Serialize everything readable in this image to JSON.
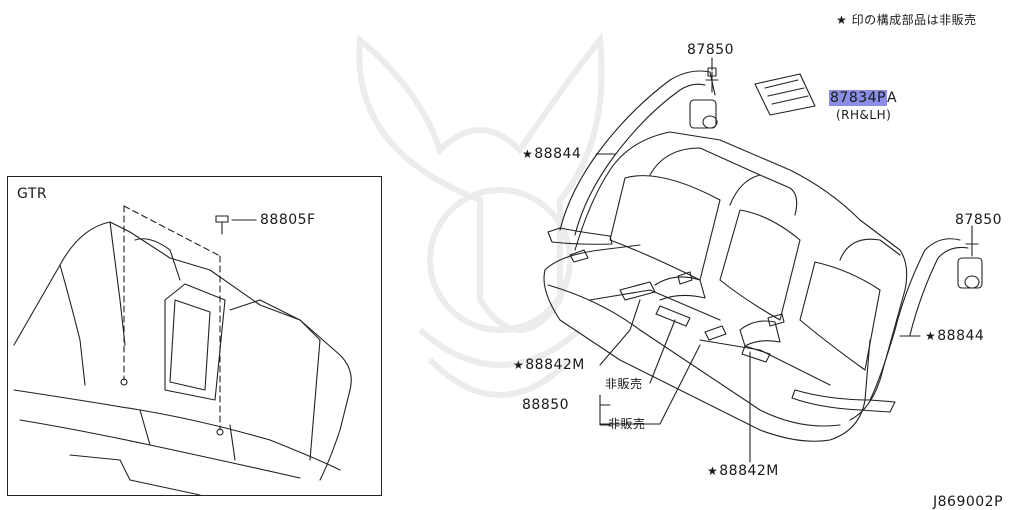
{
  "legend_note": "★ 印の構成部品は非販売",
  "inset": {
    "title": "GTR",
    "part": "88805F"
  },
  "parts": {
    "retractor_top_left": "87850",
    "retractor_right": "87850",
    "trim_part": "87834P",
    "trim_suffix": "A",
    "trim_note": "(RH&LH)",
    "belt_left": "88844",
    "belt_right": "88844",
    "buckle_left": "88842M",
    "buckle_right": "88842M",
    "buckle_group": "88850",
    "not_sold_1": "非販売",
    "not_sold_2": "非販売"
  },
  "star_glyph": "★",
  "diagram_code": "J869002P",
  "highlight_color": "#8c8ee6"
}
